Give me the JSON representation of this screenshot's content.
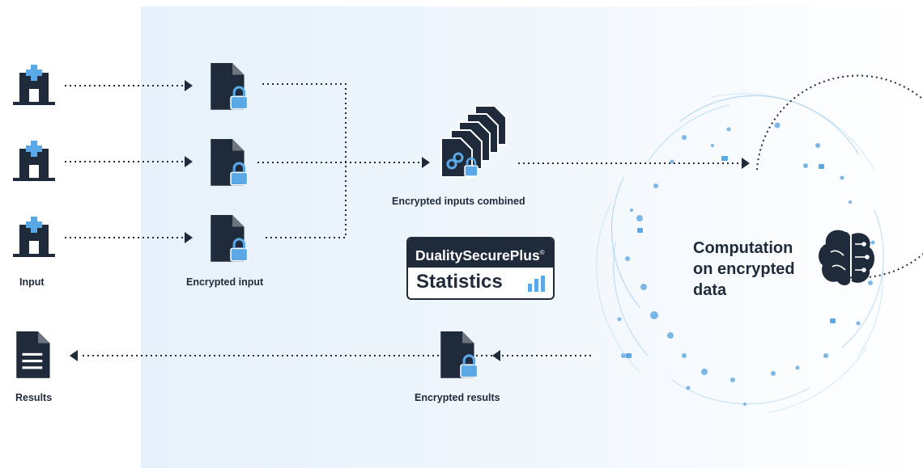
{
  "labels": {
    "input": "Input",
    "encrypted_input": "Encrypted input",
    "encrypted_inputs_combined": "Encrypted inputs combined",
    "computation": [
      "Computation",
      "on encrypted",
      "data"
    ],
    "encrypted_results": "Encrypted results",
    "results": "Results"
  },
  "badge": {
    "brand": "DualitySecurePlus",
    "registered": "®",
    "product": "Statistics"
  },
  "colors": {
    "dark": "#1f2a3a",
    "lock_blue": "#5aa9e6",
    "panel_blue": "#e6f1fb",
    "ring_blue": "#9ccbef"
  },
  "icons": [
    "hospital-icon",
    "encrypted-file-icon",
    "file-stack-icon",
    "brain-circuit-icon",
    "document-icon",
    "bar-chart-icon"
  ]
}
